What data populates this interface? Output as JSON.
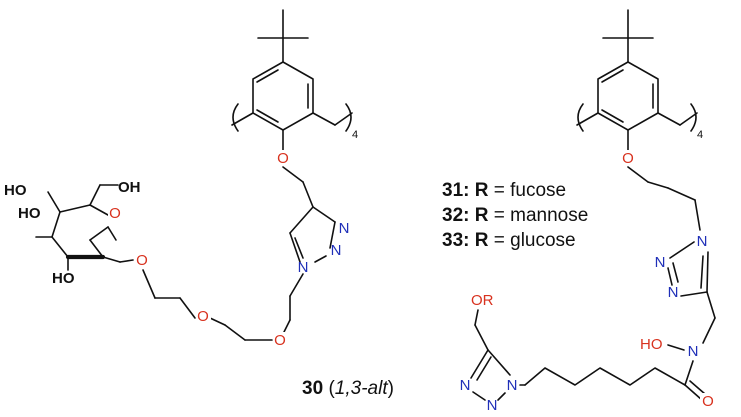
{
  "colors": {
    "oxygen": "#d8321f",
    "nitrogen": "#1f2fb8",
    "bond": "#111111"
  },
  "atoms": {
    "O": "O",
    "N": "N",
    "OH": "OH",
    "HO": "HO",
    "OR": "OR"
  },
  "repeat_n": "4",
  "compound_30": {
    "number": "30",
    "open": " (",
    "config": "1,3-alt",
    "close": ")"
  },
  "compound_list": [
    {
      "number": "31:",
      "r": "R",
      "eq": " = fucose"
    },
    {
      "number": "32:",
      "r": "R",
      "eq": " = mannose"
    },
    {
      "number": "33:",
      "r": "R",
      "eq": " = glucose"
    }
  ]
}
